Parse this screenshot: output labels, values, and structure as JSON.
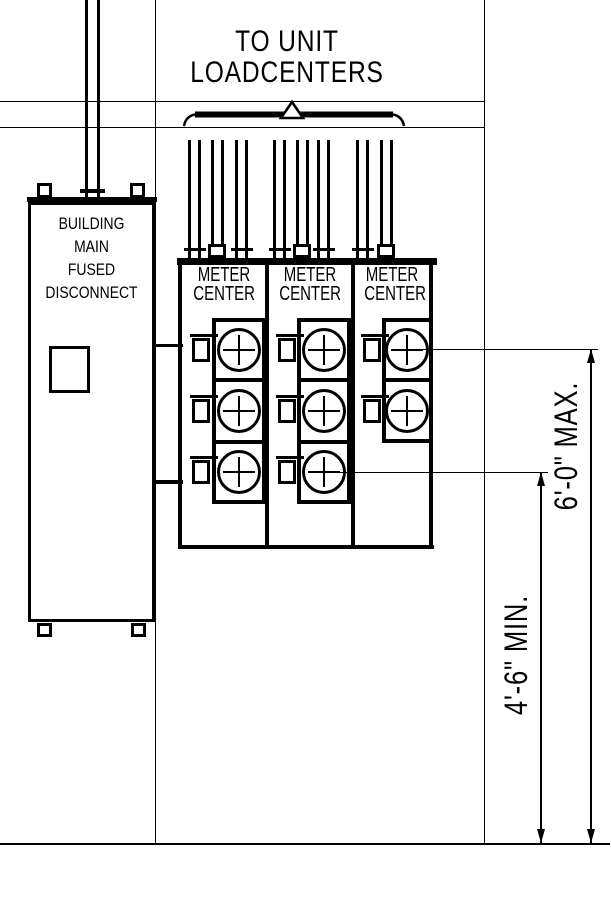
{
  "page": {
    "background_color": "#ffffff",
    "line_color": "#000000"
  },
  "title": {
    "line1": "TO UNIT",
    "line2": "LOADCENTERS"
  },
  "disconnect": {
    "line1": "BUILDING",
    "line2": "MAIN",
    "line3": "FUSED",
    "line4": "DISCONNECT"
  },
  "meter_centers": {
    "label_line1": "METER",
    "label_line2": "CENTER",
    "columns": [
      {
        "name": "meter-center-1",
        "meters": 3,
        "feeder_conduits": 6
      },
      {
        "name": "meter-center-2",
        "meters": 3,
        "feeder_conduits": 6
      },
      {
        "name": "meter-center-3",
        "meters": 2,
        "feeder_conduits": 4
      }
    ]
  },
  "dimensions": {
    "max_label": "6'-0\" MAX.",
    "min_label": "4'-6\" MIN."
  }
}
